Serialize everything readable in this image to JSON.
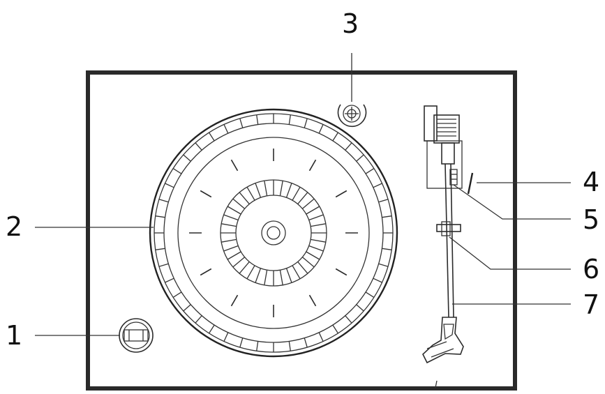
{
  "diagram": {
    "callouts": [
      {
        "id": "1",
        "label": "1"
      },
      {
        "id": "2",
        "label": "2"
      },
      {
        "id": "3",
        "label": "3"
      },
      {
        "id": "4",
        "label": "4"
      },
      {
        "id": "5",
        "label": "5"
      },
      {
        "id": "6",
        "label": "6"
      },
      {
        "id": "7",
        "label": "7"
      }
    ],
    "colors": {
      "line": "#2b2b2b",
      "frame": "#222222",
      "background": "#ffffff"
    }
  }
}
